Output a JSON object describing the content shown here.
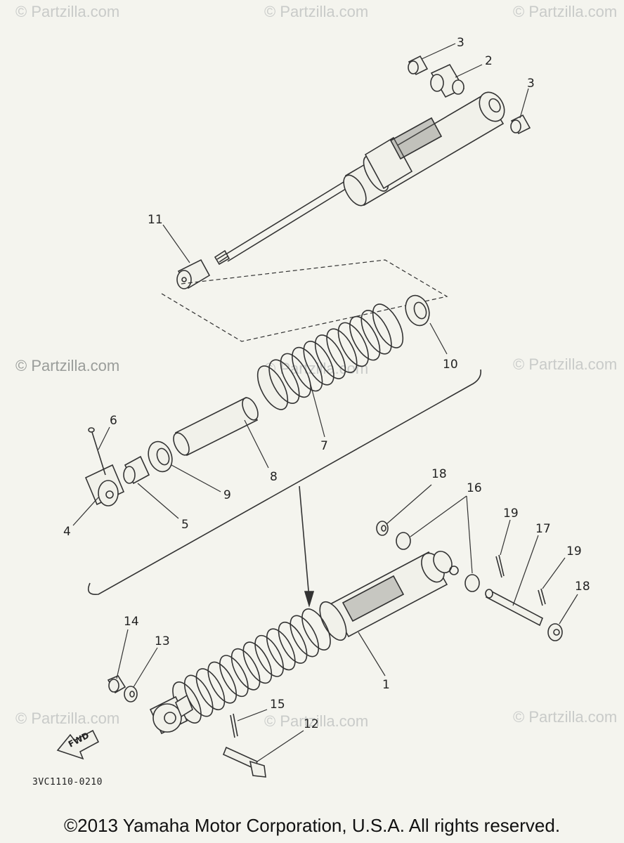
{
  "watermarks": {
    "top_left": "© Partzilla.com",
    "top_center": "© Partzilla.com",
    "top_right": "© Partzilla.com",
    "mid_left": "© Partzilla.com",
    "mid_center": "© Partzilla.com",
    "mid_right": "© Partzilla.com",
    "low_left": "© Partzilla.com",
    "low_center": "© Partzilla.com",
    "low_right": "© Partzilla.com"
  },
  "callouts": {
    "c1": "1",
    "c2": "2",
    "c3a": "3",
    "c3b": "3",
    "c4": "4",
    "c5": "5",
    "c6": "6",
    "c7": "7",
    "c8": "8",
    "c9": "9",
    "c10": "10",
    "c11": "11",
    "c12": "12",
    "c13": "13",
    "c14": "14",
    "c15": "15",
    "c16": "16",
    "c17": "17",
    "c18a": "18",
    "c18b": "18",
    "c19a": "19",
    "c19b": "19"
  },
  "fwd_label": "FWD",
  "diagram_code": "3VC1110-0210",
  "copyright": "©2013 Yamaha Motor Corporation, U.S.A. All rights reserved."
}
